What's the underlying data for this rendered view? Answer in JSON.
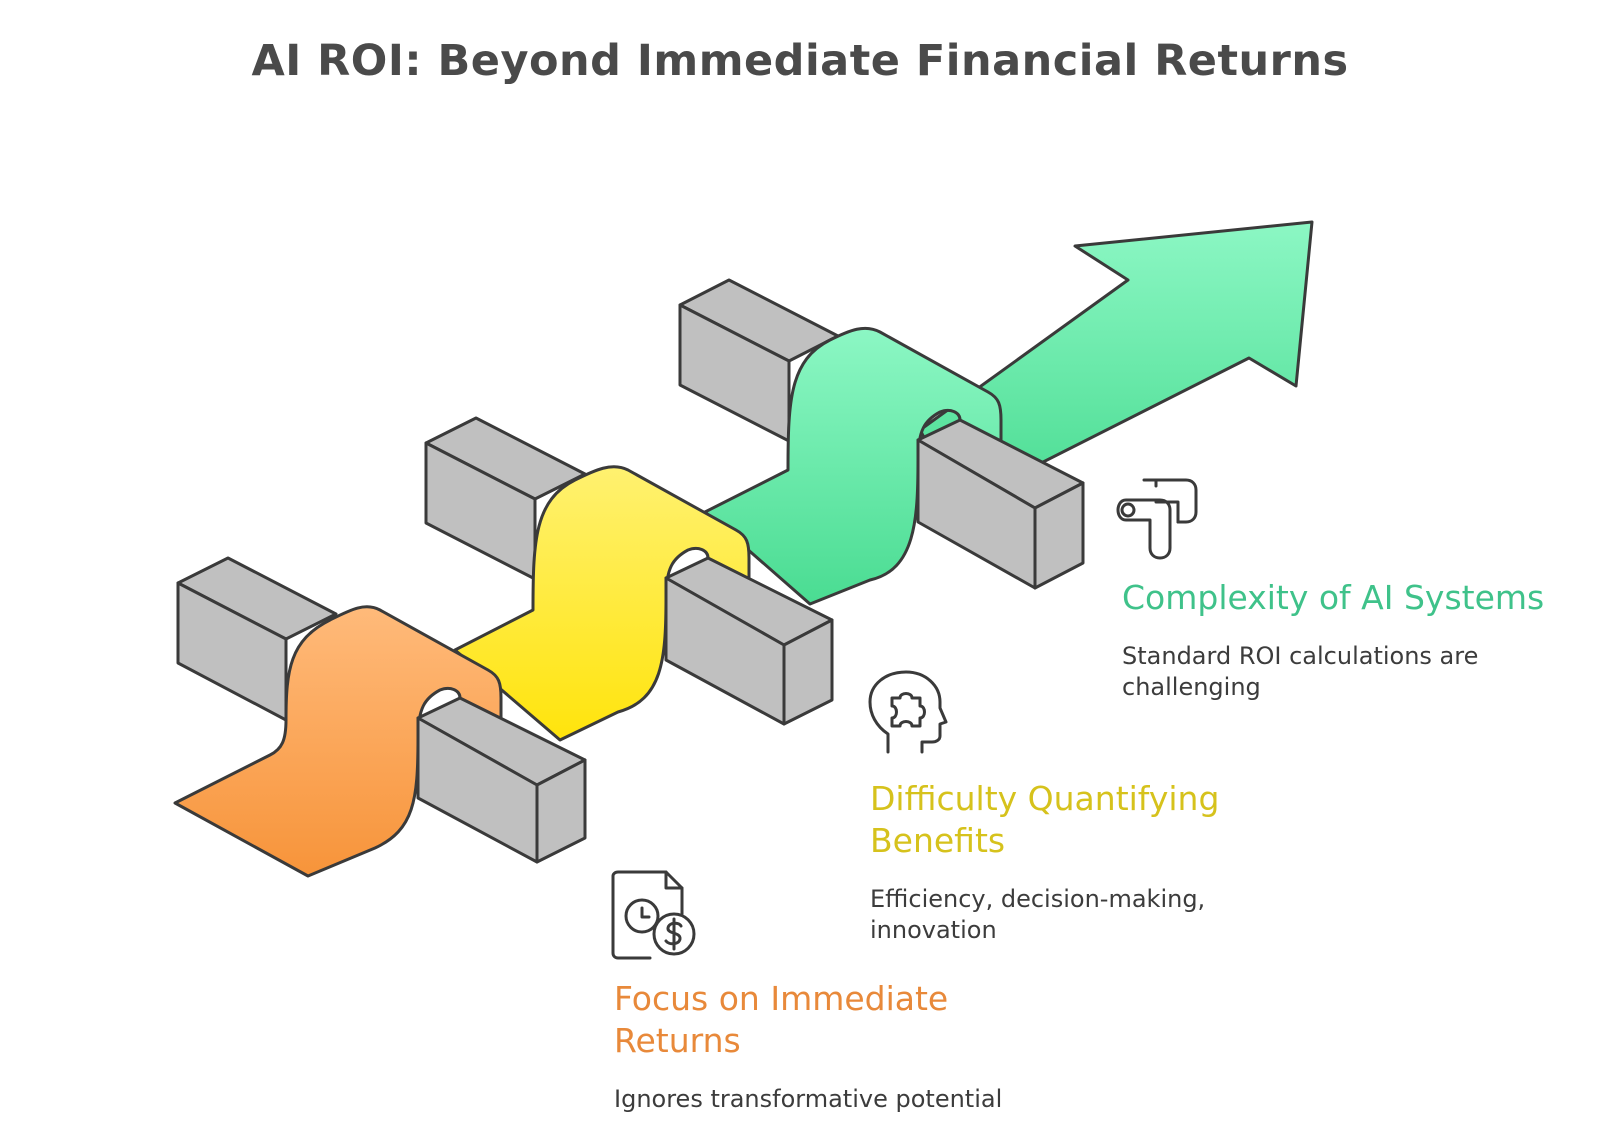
{
  "title": "AI ROI: Beyond Immediate Financial Returns",
  "colors": {
    "orange": "#e8893a",
    "yellow": "#d6c21c",
    "green": "#3fc28a",
    "block_fill": "#c0c0c0",
    "outline": "#3a3a3a"
  },
  "steps": [
    {
      "heading": "Focus on Immediate Returns",
      "description": "Ignores transformative potential",
      "icon": "document-clock-dollar-icon"
    },
    {
      "heading": "Difficulty Quantifying Benefits",
      "description": "Efficiency, decision-making, innovation",
      "icon": "head-puzzle-icon"
    },
    {
      "heading": "Complexity of AI Systems",
      "description": "Standard ROI calculations are challenging",
      "icon": "pipe-paths-icon"
    }
  ]
}
